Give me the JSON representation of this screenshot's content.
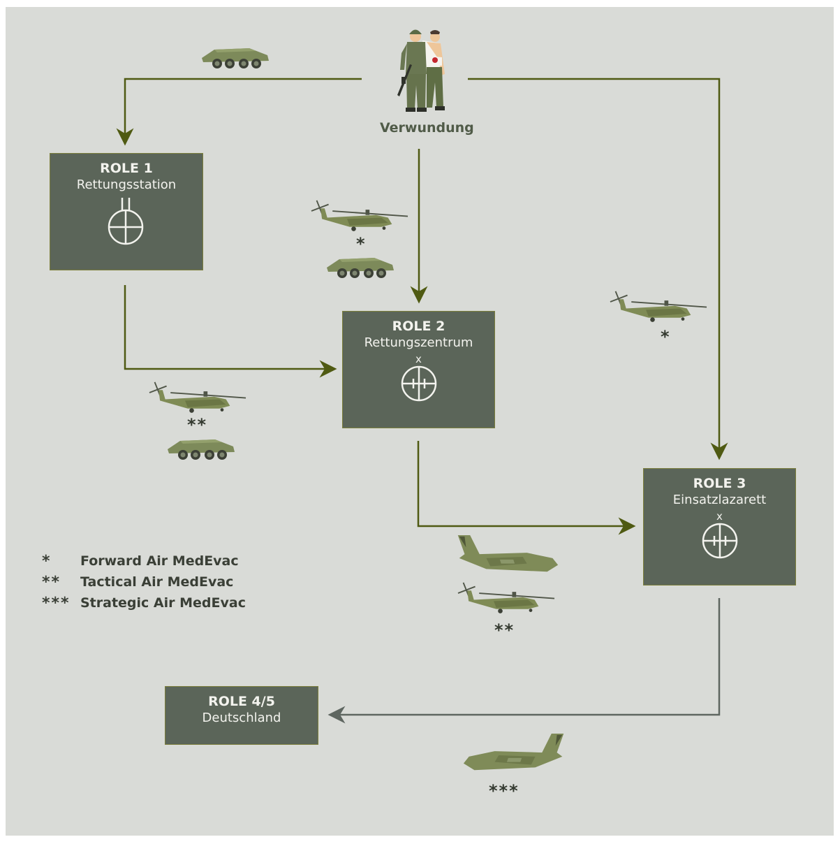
{
  "diagram": {
    "start": {
      "label": "Verwundung",
      "icon": "wounded-soldiers-icon"
    },
    "roles": [
      {
        "title": "ROLE 1",
        "subtitle": "Rettungsstation",
        "symbol": "role1-medical-symbol"
      },
      {
        "title": "ROLE 2",
        "subtitle": "Rettungszentrum",
        "symbol_mark": "x",
        "symbol": "role2-medical-symbol"
      },
      {
        "title": "ROLE 3",
        "subtitle": "Einsatzlazarett",
        "symbol_mark": "x",
        "symbol": "role3-medical-symbol"
      },
      {
        "title": "ROLE 4/5",
        "subtitle": "Deutschland"
      }
    ],
    "transport_markers": {
      "forward": "*",
      "tactical": "**",
      "strategic": "***"
    },
    "legend": [
      {
        "symbol": "*",
        "text": "Forward Air MedEvac"
      },
      {
        "symbol": "**",
        "text": "Tactical Air MedEvac"
      },
      {
        "symbol": "***",
        "text": "Strategic Air MedEvac"
      }
    ],
    "colors": {
      "background": "#d9dbd7",
      "box_fill": "#5b6559",
      "box_border": "#7c7f3c",
      "arrow_green": "#4f5a12",
      "arrow_grey": "#5e6660",
      "vehicle_green": "#7d8a5a"
    }
  }
}
